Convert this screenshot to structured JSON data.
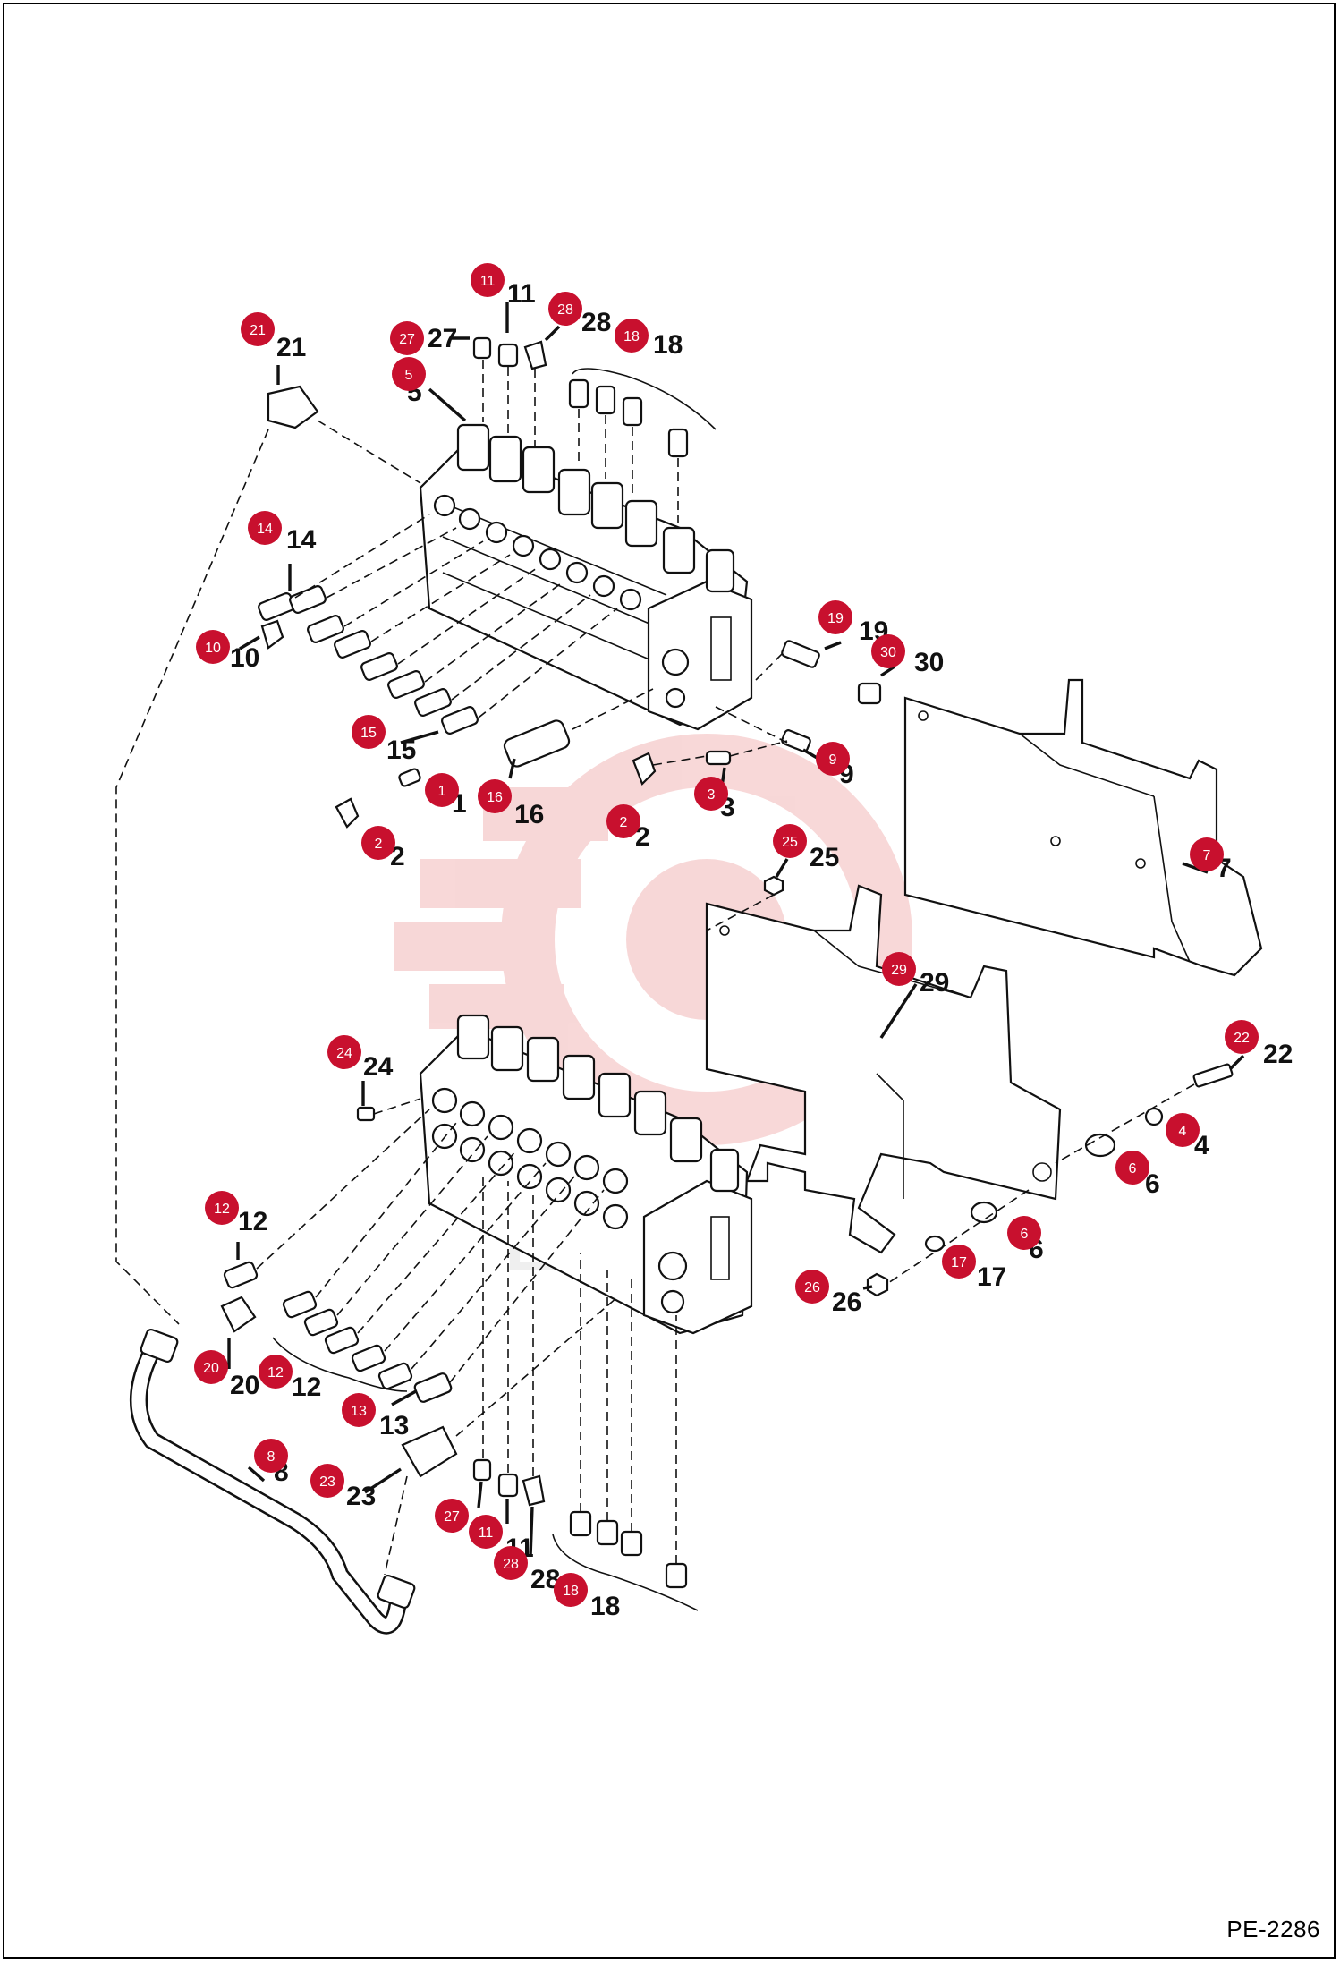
{
  "diagram_id": "PE-2286",
  "watermark_text": "EX",
  "colors": {
    "badge": "#c8102e",
    "ink": "#111111",
    "watermark": "#f2b8b8"
  },
  "callouts": [
    {
      "id": "c21a",
      "label": "21"
    },
    {
      "id": "c27a",
      "label": "27"
    },
    {
      "id": "c11a",
      "label": "11"
    },
    {
      "id": "c28a",
      "label": "28"
    },
    {
      "id": "c18a",
      "label": "18"
    },
    {
      "id": "c5",
      "label": "5"
    },
    {
      "id": "c14",
      "label": "14"
    },
    {
      "id": "c10",
      "label": "10"
    },
    {
      "id": "c19",
      "label": "19"
    },
    {
      "id": "c30",
      "label": "30"
    },
    {
      "id": "c15",
      "label": "15"
    },
    {
      "id": "c1",
      "label": "1"
    },
    {
      "id": "c16",
      "label": "16"
    },
    {
      "id": "c2a",
      "label": "2"
    },
    {
      "id": "c2b",
      "label": "2"
    },
    {
      "id": "c3",
      "label": "3"
    },
    {
      "id": "c9",
      "label": "9"
    },
    {
      "id": "c7",
      "label": "7"
    },
    {
      "id": "c25",
      "label": "25"
    },
    {
      "id": "c29",
      "label": "29"
    },
    {
      "id": "c22",
      "label": "22"
    },
    {
      "id": "c24",
      "label": "24"
    },
    {
      "id": "c4",
      "label": "4"
    },
    {
      "id": "c6a",
      "label": "6"
    },
    {
      "id": "c6b",
      "label": "6"
    },
    {
      "id": "c12a",
      "label": "12"
    },
    {
      "id": "c17",
      "label": "17"
    },
    {
      "id": "c26",
      "label": "26"
    },
    {
      "id": "c20",
      "label": "20"
    },
    {
      "id": "c12b",
      "label": "12"
    },
    {
      "id": "c13",
      "label": "13"
    },
    {
      "id": "c8",
      "label": "8"
    },
    {
      "id": "c23",
      "label": "23"
    },
    {
      "id": "c27b",
      "label": "27"
    },
    {
      "id": "c11b",
      "label": "11"
    },
    {
      "id": "c28b",
      "label": "28"
    },
    {
      "id": "c18b",
      "label": "18"
    }
  ]
}
